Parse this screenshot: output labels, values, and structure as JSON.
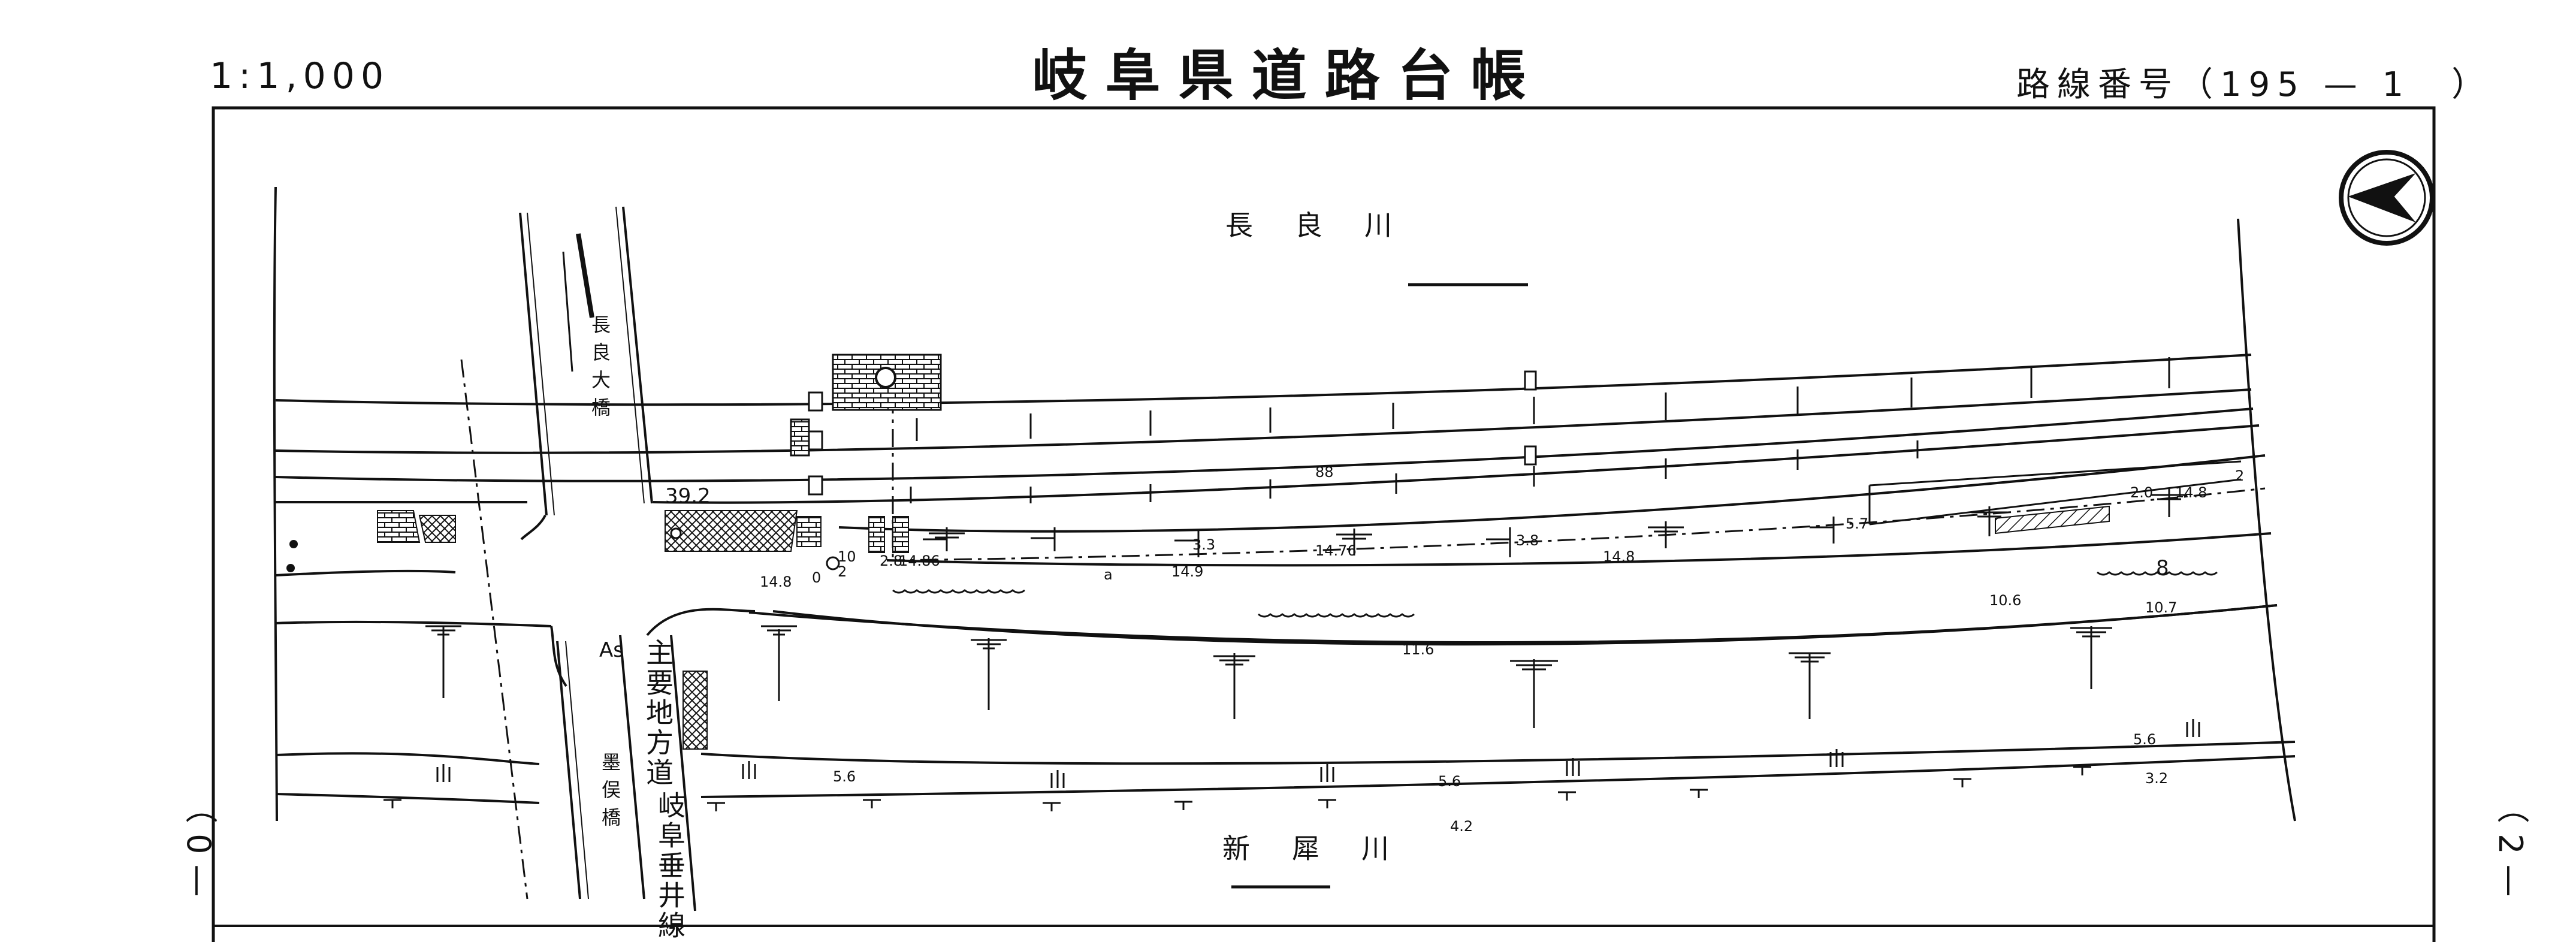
{
  "header": {
    "title": "岐阜県道路台帳",
    "scale": "1:1,000",
    "route_number": "路線番号（195 — 1　）"
  },
  "sheet_marks": {
    "left": "（ 0 —",
    "right": "（ 2 —"
  },
  "labels": {
    "river_north": "長良川",
    "river_south": "新犀川",
    "bridge_north": "長良大橋",
    "bridge_south": "墨俣橋",
    "road_class": "主要地方道",
    "road_name": "岐阜垂井線",
    "pavement": "As"
  },
  "dimensions": {
    "station_392": "39.2",
    "d88": "88",
    "d148a": "14.8",
    "d0": "0",
    "d2": "2",
    "d10": "10",
    "d28": "2.8",
    "d1486": "14.86",
    "d149": "14.9",
    "d33": "3.3",
    "d1476": "14.76",
    "d38": "3.8",
    "d148b": "14.8",
    "d57": "5.7",
    "d20": "2.0",
    "d148c": "14.8",
    "d2b": "2",
    "d8": "8",
    "d106": "10.6",
    "d107": "10.7",
    "d116": "11.6",
    "d56a": "5.6",
    "d56b": "5.6",
    "d56c": "5.6",
    "d32": "3.2",
    "d42": "4.2",
    "a": "a"
  },
  "icons": {
    "north_arrow": "north-arrow-icon"
  },
  "colors": {
    "ink": "#111111",
    "paper": "#ffffff"
  }
}
